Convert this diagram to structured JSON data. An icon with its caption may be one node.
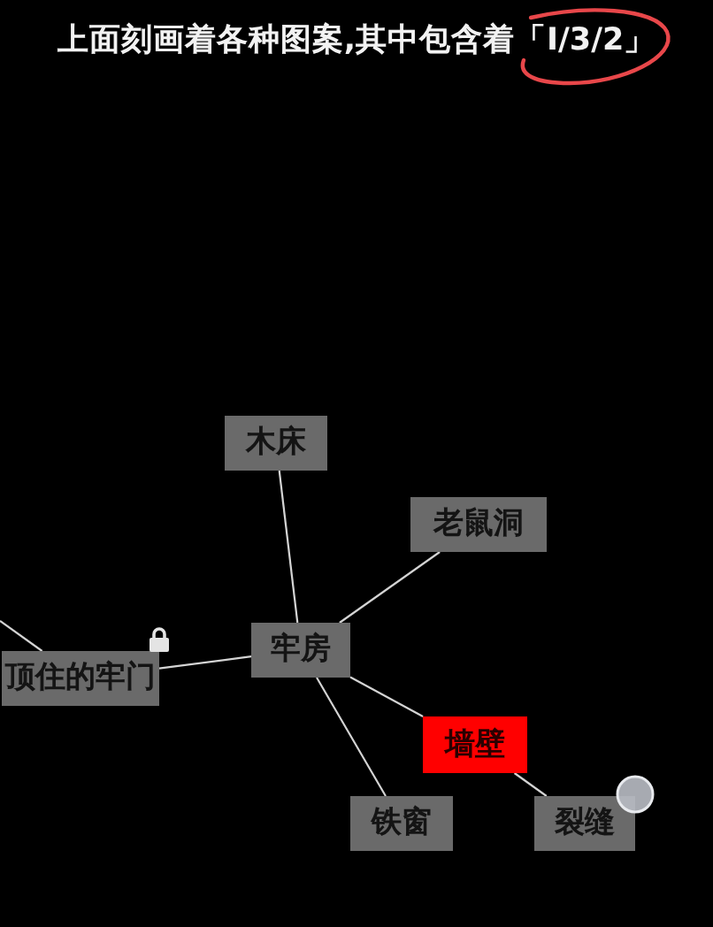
{
  "diagram": {
    "title": "上面刻画着各种图案,其中包含着「I/3/2」",
    "nodes": [
      {
        "text": [
          "木床"
        ]
      },
      {
        "text": [
          "老鼠洞"
        ]
      },
      {
        "text": [
          "牢房"
        ]
      },
      {
        "text": [
          "顶住的牢门"
        ]
      },
      {
        "text": [
          "墙壁"
        ]
      },
      {
        "text": [
          "铁窗"
        ]
      },
      {
        "text": [
          "裂缝"
        ]
      }
    ],
    "edges": [
      {
        "from": 2,
        "to": 0,
        "arrow": "none"
      },
      {
        "from": 2,
        "to": 1,
        "arrow": "none"
      },
      {
        "from": 2,
        "to": 3,
        "arrow": "none"
      },
      {
        "from": 2,
        "to": 4,
        "arrow": "none"
      },
      {
        "from": 2,
        "to": 5,
        "arrow": "none"
      },
      {
        "from": 4,
        "to": 6,
        "arrow": "none"
      },
      {
        "from": 3,
        "to": null,
        "arrow": "none"
      }
    ]
  }
}
